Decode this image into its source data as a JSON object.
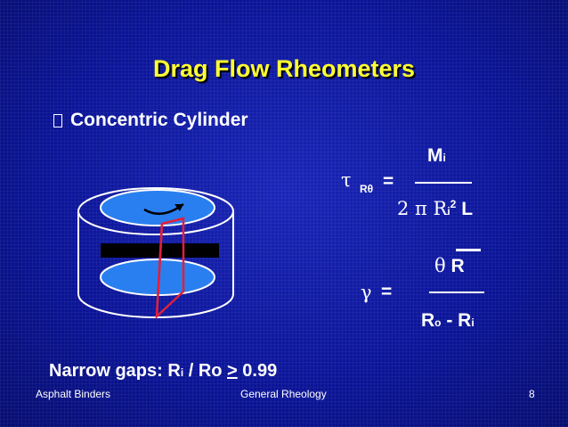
{
  "slide": {
    "title": "Drag Flow Rheometers",
    "bullet": "Concentric Cylinder",
    "equations": {
      "shear_stress": {
        "lhs_symbol": "τ",
        "lhs_subscript": "Rθ",
        "equals": "=",
        "numerator_main": "M",
        "numerator_sub": "i",
        "denominator_prefix": "2 π R",
        "denominator_sub": "i",
        "denominator_sup": "2",
        "denominator_suffix": "L"
      },
      "shear_rate": {
        "lhs_symbol": "γ",
        "equals": "=",
        "numerator_symbol": "θ",
        "numerator_var": "R",
        "denominator_a": "R",
        "denominator_a_sub": "o",
        "denominator_minus": "- R",
        "denominator_b_sub": "i"
      }
    },
    "note": {
      "prefix": "Narrow gaps: R",
      "sub": "i",
      "middle": " / Ro  ",
      "ge_symbol": ">",
      "value": " 0.99"
    },
    "footer": {
      "left": "Asphalt Binders",
      "center": "General Rheology",
      "page": "8"
    },
    "colors": {
      "background": "#0b1496",
      "title": "#ffff33",
      "cylinder_fill": "#2a7ff0",
      "plane": "#e0203a",
      "text": "#ffffff"
    }
  }
}
